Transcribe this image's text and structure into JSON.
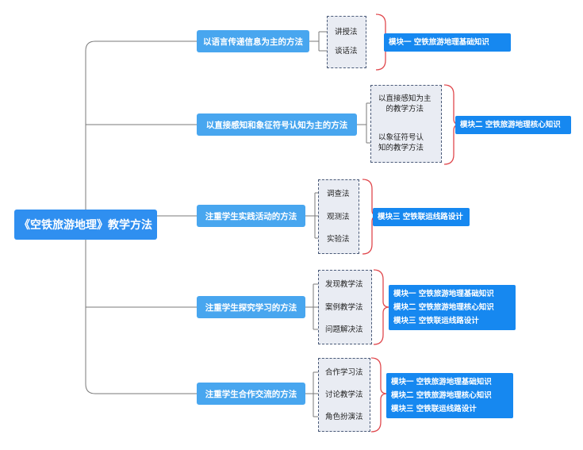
{
  "root": "《空铁旅游地理》教学方法",
  "categories": [
    {
      "label": "以语言传递信息为主的方法",
      "methods": [
        "讲授法",
        "谈话法"
      ],
      "modules": [
        "模块一  空铁旅游地理基础知识"
      ]
    },
    {
      "label": "以直接感知和象征符号认知为主的方法",
      "methods": [
        "以直接感知为主的教学方法",
        "以象征符号认知的教学方法"
      ],
      "methods_display": [
        [
          "以直接感知为主",
          "的教学方法"
        ],
        [
          "以象征符号认",
          "知的教学方法"
        ]
      ],
      "modules": [
        "模块二  空铁旅游地理核心知识"
      ]
    },
    {
      "label": "注重学生实践活动的方法",
      "methods": [
        "调查法",
        "观测法",
        "实验法"
      ],
      "modules": [
        "模块三  空铁联运线路设计"
      ]
    },
    {
      "label": "注重学生探究学习的方法",
      "methods": [
        "发现教学法",
        "案例教学法",
        "问题解决法"
      ],
      "modules": [
        "模块一  空铁旅游地理基础知识",
        "模块二  空铁旅游地理核心知识",
        "模块三  空铁联运线路设计"
      ]
    },
    {
      "label": "注重学生合作交流的方法",
      "methods": [
        "合作学习法",
        "讨论教学法",
        "角色扮演法"
      ],
      "modules": [
        "模块一  空铁旅游地理基础知识",
        "模块二  空铁旅游地理核心知识",
        "模块三  空铁联运线路设计"
      ]
    }
  ],
  "colors": {
    "root": "#2f8ff0",
    "category": "#48a6ef",
    "module": "#1688f0",
    "brace": "#e0484d",
    "line": "#7a7a7a"
  }
}
